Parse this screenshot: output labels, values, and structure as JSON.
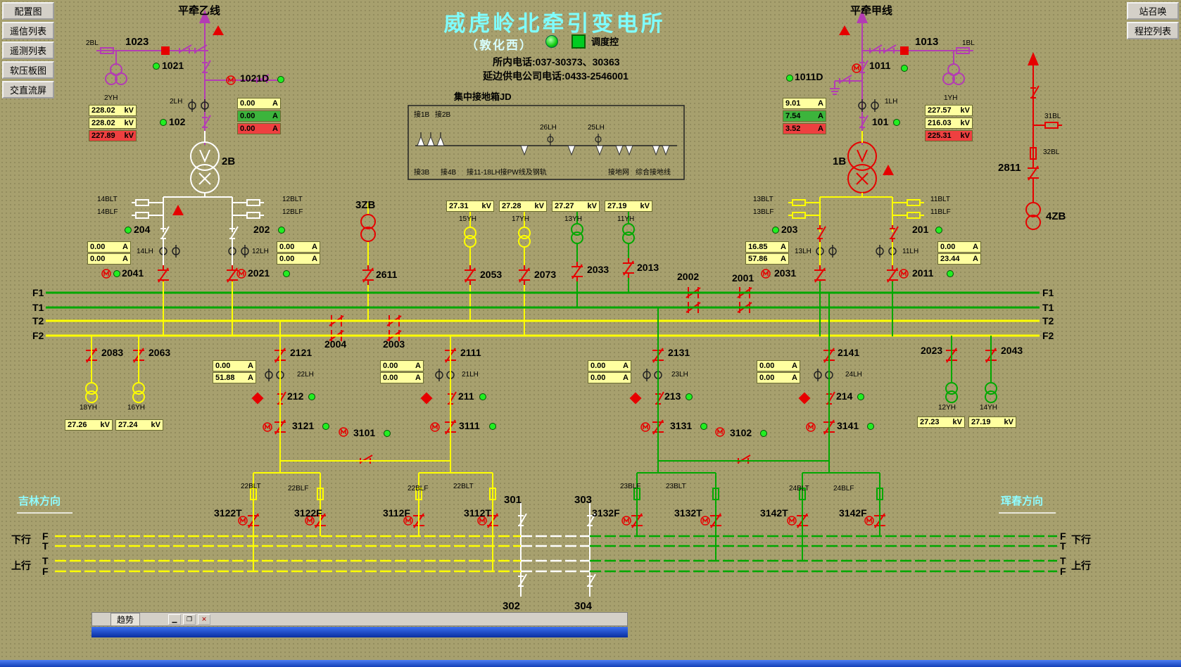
{
  "nav": {
    "l0": "配置图",
    "l1": "遥信列表",
    "l2": "遥测列表",
    "l3": "软压板图",
    "l4": "交直流屏",
    "r0": "站召唤",
    "r1": "程控列表"
  },
  "hd": {
    "title": "威虎岭北牵引变电所",
    "sub": "（敦化西）",
    "ctl": "调度控",
    "ph1": "所内电话:037-30373、30363",
    "ph2": "延边供电公司电话:0433-2546001"
  },
  "colors": {
    "panel_olive": "#a7a06e",
    "bus_green": "#00a800",
    "bus_yellow": "#ffff00",
    "hv_purple": "#b33cb3",
    "alarm_red": "#e60000",
    "title_cyan": "#7ffcfc"
  },
  "lb": {
    "pql": "平牵乙线",
    "pqr": "平牵甲线",
    "bl2": "2BL",
    "n1023": "1023",
    "n1021": "1021",
    "n1021d": "1021D",
    "yh2": "2YH",
    "lh2": "2LH",
    "n102": "102",
    "t2b": "2B",
    "blt14": "14BLT",
    "blf14": "14BLF",
    "blt12": "12BLT",
    "blf12": "12BLF",
    "n204": "204",
    "n202": "202",
    "lh14": "14LH",
    "lh12": "12LH",
    "n2041": "2041",
    "n2021": "2021",
    "t3zb": "3ZB",
    "n2611": "2611",
    "jdt": "集中接地箱JD",
    "jd1": "接1B",
    "jd2": "接2B",
    "lh26": "26LH",
    "lh25": "25LH",
    "jd3": "接3B",
    "jd4": "接4B",
    "jd5": "接11-18LH接PW线及钢轨",
    "jd6": "接地网",
    "jd7": "综合接地线",
    "yh15": "15YH",
    "yh17": "17YH",
    "yh13": "13YH",
    "yh11": "11YH",
    "n2053": "2053",
    "n2073": "2073",
    "n2033": "2033",
    "n2013": "2013",
    "n2002": "2002",
    "n2001": "2001",
    "n1013": "1013",
    "bl1": "1BL",
    "n1011": "1011",
    "n1011d": "1011D",
    "yh1": "1YH",
    "lh1": "1LH",
    "n101": "101",
    "t1b": "1B",
    "blt13": "13BLT",
    "blf13": "13BLF",
    "blt11": "11BLT",
    "blf11": "11BLF",
    "n203": "203",
    "n201": "201",
    "lh13": "13LH",
    "lh11": "11LH",
    "n2031": "2031",
    "n2011": "2011",
    "bl31": "31BL",
    "bl32": "32BL",
    "n2811": "2811",
    "t4zb": "4ZB",
    "f1": "F1",
    "t1": "T1",
    "t2": "T2",
    "f2": "F2",
    "n2004": "2004",
    "n2003": "2003",
    "n2083": "2083",
    "n2063": "2063",
    "n2121": "2121",
    "n2111": "2111",
    "n2131": "2131",
    "n2141": "2141",
    "n2023": "2023",
    "n2043": "2043",
    "yh18": "18YH",
    "yh16": "16YH",
    "yh12": "12YH",
    "yh14": "14YH",
    "lh22": "22LH",
    "lh21": "21LH",
    "lh23": "23LH",
    "lh24": "24LH",
    "n212": "212",
    "n211": "211",
    "n213": "213",
    "n214": "214",
    "n3121": "3121",
    "n3111": "3111",
    "n3131": "3131",
    "n3141": "3141",
    "n3101": "3101",
    "n3102": "3102",
    "blt22": "22BLT",
    "blf22": "22BLF",
    "blt23": "23BLT",
    "blf23": "23BLF",
    "blt24": "24BLT",
    "blf24": "24BLF",
    "n3122t": "3122T",
    "n3122f": "3122F",
    "n3112f": "3112F",
    "n3112t": "3112T",
    "n3132f": "3132F",
    "n3132t": "3132T",
    "n3142t": "3142T",
    "n3142f": "3142F",
    "n301": "301",
    "n302": "302",
    "n303": "303",
    "n304": "304",
    "jilin": "吉林方向",
    "hunchun": "珲春方向",
    "down": "下行",
    "up": "上行",
    "rf": "F",
    "rt": "T",
    "trend": "趋势"
  },
  "ms": {
    "lv1": {
      "v": "228.02",
      "u": "kV"
    },
    "lv2": {
      "v": "228.02",
      "u": "kV"
    },
    "lv3": {
      "v": "227.89",
      "u": "kV"
    },
    "la1": {
      "v": "0.00",
      "u": "A"
    },
    "la2": {
      "v": "0.00",
      "u": "A"
    },
    "la3": {
      "v": "0.00",
      "u": "A"
    },
    "lb1": {
      "v": "0.00",
      "u": "A"
    },
    "lb2": {
      "v": "0.00",
      "u": "A"
    },
    "lb3": {
      "v": "0.00",
      "u": "A"
    },
    "lb4": {
      "v": "0.00",
      "u": "A"
    },
    "ra1": {
      "v": "9.01",
      "u": "A"
    },
    "ra2": {
      "v": "7.54",
      "u": "A"
    },
    "ra3": {
      "v": "3.52",
      "u": "A"
    },
    "rv1": {
      "v": "227.57",
      "u": "kV"
    },
    "rv2": {
      "v": "216.03",
      "u": "kV"
    },
    "rv3": {
      "v": "225.31",
      "u": "kV"
    },
    "rb1": {
      "v": "16.85",
      "u": "A"
    },
    "rb2": {
      "v": "57.86",
      "u": "A"
    },
    "rb3": {
      "v": "0.00",
      "u": "A"
    },
    "rb4": {
      "v": "23.44",
      "u": "A"
    },
    "cv1": {
      "v": "27.31",
      "u": "kV"
    },
    "cv2": {
      "v": "27.28",
      "u": "kV"
    },
    "cv3": {
      "v": "27.27",
      "u": "kV"
    },
    "cv4": {
      "v": "27.19",
      "u": "kV"
    },
    "blv1": {
      "v": "27.26",
      "u": "kV"
    },
    "blv2": {
      "v": "27.24",
      "u": "kV"
    },
    "brv1": {
      "v": "27.23",
      "u": "kV"
    },
    "brv2": {
      "v": "27.19",
      "u": "kV"
    },
    "fa1": {
      "v": "0.00",
      "u": "A"
    },
    "fa2": {
      "v": "51.88",
      "u": "A"
    },
    "fb1": {
      "v": "0.00",
      "u": "A"
    },
    "fb2": {
      "v": "0.00",
      "u": "A"
    },
    "fc1": {
      "v": "0.00",
      "u": "A"
    },
    "fc2": {
      "v": "0.00",
      "u": "A"
    },
    "fd1": {
      "v": "0.00",
      "u": "A"
    },
    "fd2": {
      "v": "0.00",
      "u": "A"
    }
  }
}
